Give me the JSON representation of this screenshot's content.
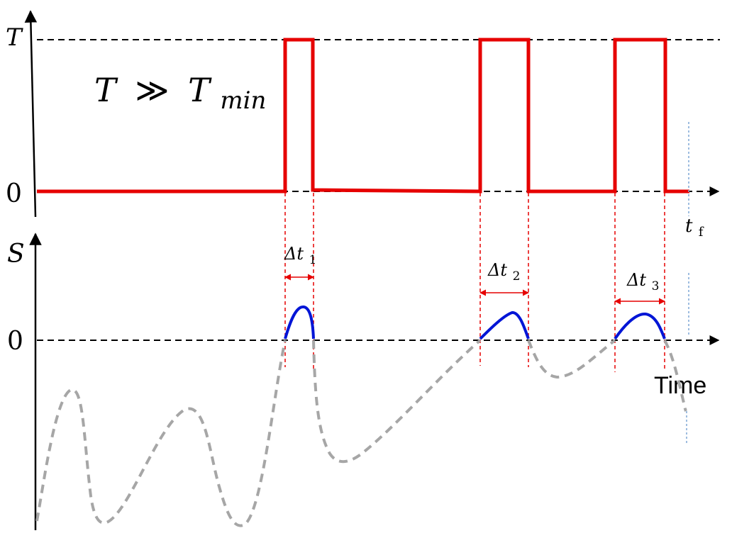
{
  "colors": {
    "temperature_pulse": "#e60000",
    "window_marker": "#e60000",
    "entropy_positive": "#0015d6",
    "entropy_background": "#a6a6a6",
    "axis": "#000000",
    "final_time_marker": "#7fa7d6"
  },
  "top_panel": {
    "y_tick_high": "T",
    "y_tick_zero": "0",
    "condition": {
      "lhs": "T",
      "relation": "≫",
      "rhs_base": "T",
      "rhs_sub": "min"
    },
    "final_time": {
      "base": "t",
      "sub": "f"
    }
  },
  "bottom_panel": {
    "y_label": "S",
    "y_tick_zero": "0",
    "x_label": "Time",
    "intervals": [
      {
        "base": "Δt",
        "sub": "1"
      },
      {
        "base": "Δt",
        "sub": "2"
      },
      {
        "base": "Δt",
        "sub": "3"
      }
    ]
  }
}
